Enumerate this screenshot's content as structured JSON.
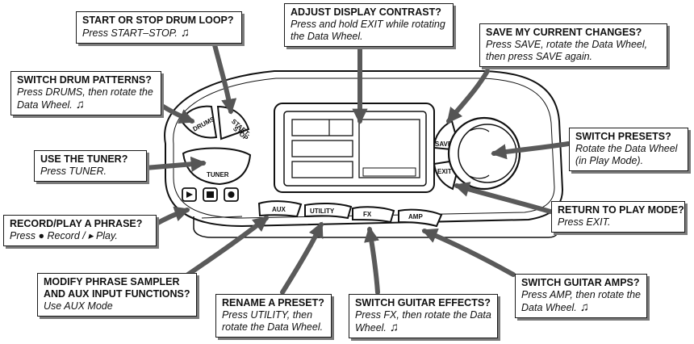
{
  "music_note": "♫",
  "device_buttons": {
    "drums": "DRUMS",
    "start_stop_1": "START-",
    "start_stop_2": "STOP",
    "tuner": "TUNER",
    "aux": "AUX",
    "utility": "UTILITY",
    "fx": "FX",
    "amp": "AMP",
    "save": "SAVE",
    "exit": "EXIT"
  },
  "callouts": {
    "drum_loop": {
      "head_plain": "START OR STOP ",
      "head_strong": "DRUM LOOP",
      "head_end": "?",
      "body": "Press START–STOP."
    },
    "contrast": {
      "head_plain": "ADJUST ",
      "head_strong": "DISPLAY CONTRAST",
      "head_end": "?",
      "body": "Press and hold EXIT while rotating the Data Wheel."
    },
    "save": {
      "head_plain": "SAVE MY CURRENT CHANGES?",
      "head_strong": "",
      "head_end": "",
      "body": "Press SAVE, rotate the Data Wheel, then press SAVE again."
    },
    "drum_patterns": {
      "head_plain": "SWITCH ",
      "head_strong": "DRUM PATTERNS",
      "head_end": "?",
      "body": "Press DRUMS, then rotate the Data Wheel."
    },
    "presets": {
      "head_plain": "SWITCH ",
      "head_strong": "PRESETS",
      "head_end": "?",
      "body": "Rotate the Data Wheel (in Play Mode)."
    },
    "tuner": {
      "head_plain": "USE THE ",
      "head_strong": "TUNER",
      "head_end": "?",
      "body": "Press TUNER."
    },
    "play_mode": {
      "head_plain": "RETURN TO ",
      "head_strong": "PLAY MODE",
      "head_end": "?",
      "body": "Press EXIT."
    },
    "record": {
      "head_plain": "RECORD/PLAY A PHRASE?",
      "head_strong": "",
      "head_end": "",
      "body_a": "Press ",
      "body_b": " Record / ",
      "body_c": " Play."
    },
    "phrase_sampler": {
      "head_plain": "MODIFY PHRASE SAMPLER AND AUX INPUT FUNCTIONS?",
      "head_strong": "",
      "head_end": "",
      "body": "Use AUX Mode"
    },
    "rename": {
      "head_plain": "RENAME ",
      "head_strong": "A PRESET",
      "head_end": "?",
      "body": "Press UTILITY, then rotate the Data Wheel."
    },
    "guitar_effects": {
      "head_plain": "SWITCH ",
      "head_strong": "GUITAR EFFECTS",
      "head_end": "?",
      "body": "Press FX, then rotate the Data Wheel."
    },
    "guitar_amps": {
      "head_plain": "SWITCH ",
      "head_strong": "GUITAR AMPS",
      "head_end": "?",
      "body": "Press AMP, then rotate the Data Wheel."
    }
  }
}
